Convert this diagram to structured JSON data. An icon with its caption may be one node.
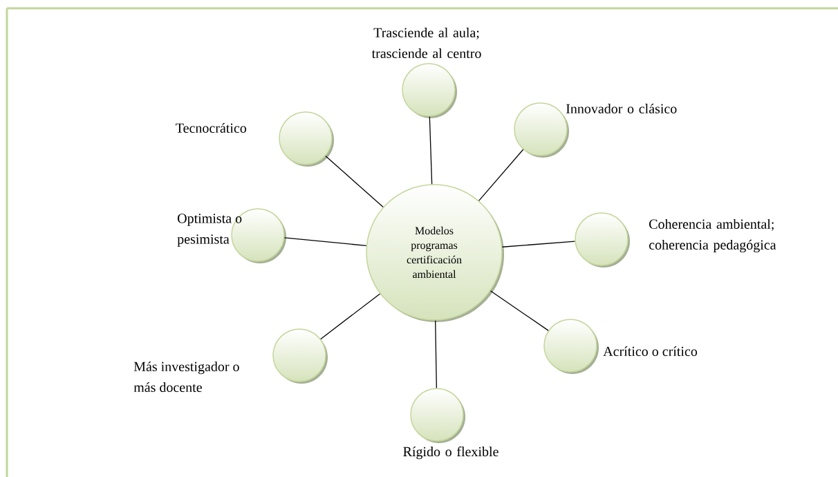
{
  "diagram": {
    "nodes": [
      {
        "text": [
          "Modelos programas certificación ambiental"
        ]
      },
      {
        "text": [],
        "shape": "circle",
        "beside": [
          "Trasciende al aula; trasciende al centro"
        ]
      },
      {
        "text": [],
        "shape": "circle",
        "beside": [
          "Innovador o clásico"
        ]
      },
      {
        "text": [],
        "shape": "circle",
        "beside": [
          "Tecnocrático"
        ]
      },
      {
        "text": [],
        "shape": "circle",
        "beside": [
          "Optimista o pesimista"
        ]
      },
      {
        "text": [],
        "shape": "circle",
        "beside": [
          "Coherencia ambiental; coherencia pedagógica"
        ]
      },
      {
        "text": [],
        "shape": "circle",
        "beside": [
          "Acrítico o crítico"
        ]
      },
      {
        "text": [],
        "shape": "circle",
        "beside": [
          "Más investigador o más docente"
        ]
      },
      {
        "text": [],
        "shape": "circle",
        "beside": [
          "Rígido o flexible"
        ]
      }
    ],
    "edges": [
      {
        "from": 0,
        "to": 1,
        "arrow": "none"
      },
      {
        "from": 0,
        "to": 2,
        "arrow": "none"
      },
      {
        "from": 0,
        "to": 3,
        "arrow": "none"
      },
      {
        "from": 0,
        "to": 4,
        "arrow": "none"
      },
      {
        "from": 0,
        "to": 5,
        "arrow": "none"
      },
      {
        "from": 0,
        "to": 6,
        "arrow": "none"
      },
      {
        "from": 0,
        "to": 7,
        "arrow": "none"
      },
      {
        "from": 0,
        "to": 8,
        "arrow": "none"
      }
    ]
  }
}
